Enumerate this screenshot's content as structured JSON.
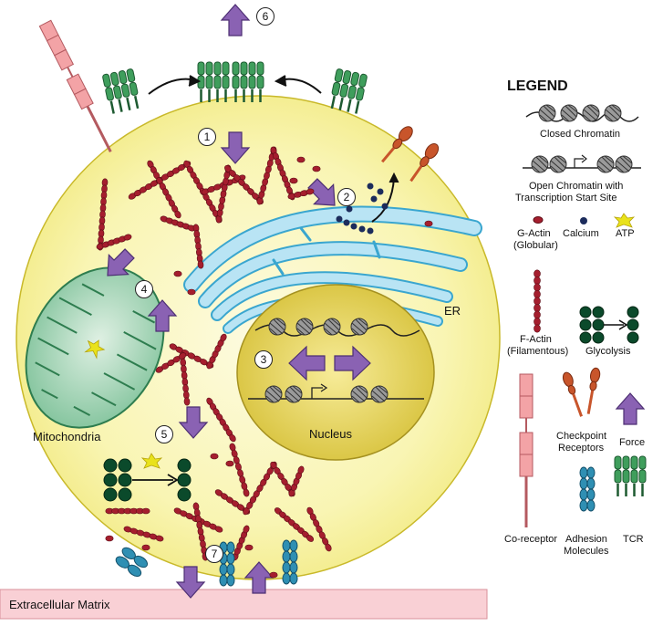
{
  "labels": {
    "extracellular_matrix": "Extracellular Matrix",
    "mitochondria": "Mitochondria",
    "nucleus": "Nucleus",
    "er": "ER"
  },
  "steps": [
    "1",
    "2",
    "3",
    "4",
    "5",
    "6",
    "7"
  ],
  "legend": {
    "title": "LEGEND",
    "closed_chromatin": "Closed Chromatin",
    "open_chromatin_line1": "Open Chromatin with",
    "open_chromatin_line2": "Transcription Start Site",
    "g_actin_line1": "G-Actin",
    "g_actin_line2": "(Globular)",
    "calcium": "Calcium",
    "atp": "ATP",
    "f_actin_line1": "F-Actin",
    "f_actin_line2": "(Filamentous)",
    "glycolysis": "Glycolysis",
    "checkpoint_line1": "Checkpoint",
    "checkpoint_line2": "Receptors",
    "force": "Force",
    "coreceptor": "Co-receptor",
    "adhesion_line1": "Adhesion",
    "adhesion_line2": "Molecules",
    "tcr": "TCR"
  },
  "colors": {
    "cell": "#f8f4a6",
    "cell_border": "#c9b92a",
    "nucleus": "#e8d65c",
    "nucleus_border": "#a59120",
    "mitochondria": "#63b383",
    "er": "#a9dcef",
    "actin": "#a51e2e",
    "force_arrow": "#8a62b3",
    "tcr": "#3f9e5c",
    "adhesion": "#2f8fb3",
    "coreceptor": "#f3a3a6",
    "checkpoint": "#c8552b",
    "ecm": "#f9d0d5",
    "calcium": "#1c2c5c",
    "glycolysis": "#0b4a2b",
    "atp": "#e9e21a",
    "legend_bg": "#d1d1d1"
  }
}
